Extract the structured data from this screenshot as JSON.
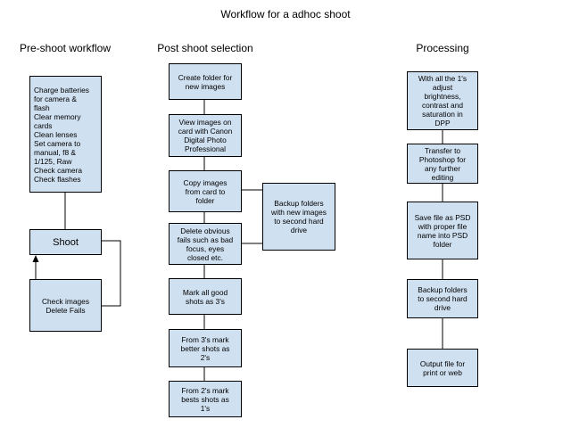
{
  "title": "Workflow for a adhoc shoot",
  "columns": {
    "pre": {
      "heading": "Pre-shoot workflow",
      "prep": "Charge batteries\nfor camera &\nflash\nClear memory\ncards\nClean lenses\nSet camera to\nmanual, f8 &\n1/125, Raw\nCheck camera\nCheck flashes",
      "shoot": "Shoot",
      "check": "Check images\nDelete Fails"
    },
    "post": {
      "heading": "Post shoot selection",
      "steps": [
        "Create folder for\nnew images",
        "View images on\ncard with Canon\nDigital Photo\nProfessional",
        "Copy images\nfrom card to\nfolder",
        "Delete obvious\nfails such as bad\nfocus, eyes\nclosed etc.",
        "Mark all good\nshots as 3's",
        "From 3's mark\nbetter shots as\n2's",
        "From 2's mark\nbests shots as\n1's"
      ],
      "backup": "Backup folders\nwith new images\nto second hard\ndrive"
    },
    "processing": {
      "heading": "Processing",
      "steps": [
        "With all the 1's\nadjust\nbrightness,\ncontrast and\nsaturation in\nDPP",
        "Transfer to\nPhotoshop for\nany further\nediting",
        "Save file as PSD\nwith proper file\nname into PSD\nfolder",
        "Backup folders\nto second hard\ndrive",
        "Output file for\nprint or web"
      ]
    }
  }
}
